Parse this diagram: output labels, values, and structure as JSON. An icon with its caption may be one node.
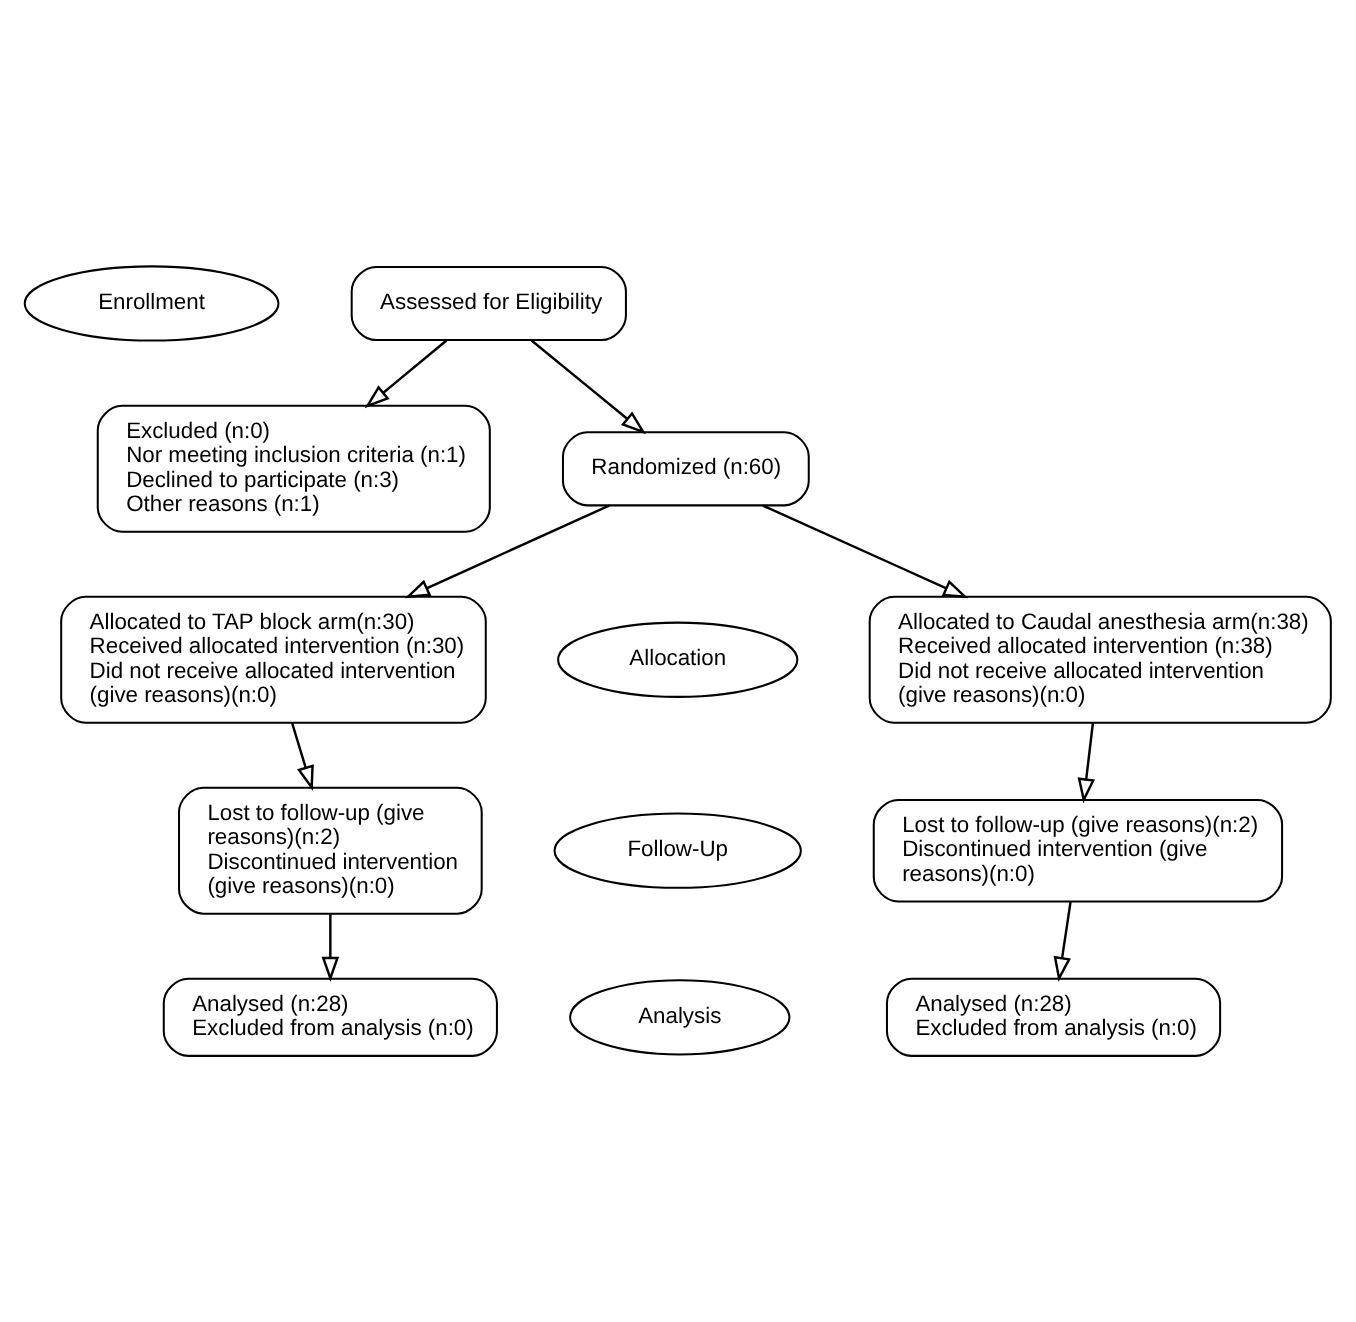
{
  "diagram": {
    "nodes": [
      {
        "text": [
          "Enrollment"
        ]
      },
      {
        "text": [
          "Assessed for Eligibility"
        ]
      },
      {
        "text": [
          "Excluded (n:0)",
          "Nor meeting inclusion criteria (n:1)",
          "Declined to participate (n:3)",
          "Other reasons (n:1)"
        ]
      },
      {
        "text": [
          "Randomized (n:60)"
        ]
      },
      {
        "text": [
          "Allocated to TAP block arm(n:30)",
          "Received allocated intervention (n:30)",
          "Did not receive allocated intervention (give reasons)(n:0)"
        ]
      },
      {
        "text": [
          "Allocation"
        ]
      },
      {
        "text": [
          "Allocated to Caudal anesthesia arm(n:38)",
          "Received allocated intervention (n:38)",
          "Did not receive allocated intervention (give reasons)(n:0)"
        ]
      },
      {
        "text": [
          "Lost to follow-up (give reasons)(n:2)",
          "Discontinued intervention (give reasons)(n:0)"
        ]
      },
      {
        "text": [
          "Follow-Up"
        ]
      },
      {
        "text": [
          "Lost to follow-up (give reasons)(n:2)",
          "Discontinued intervention (give reasons)(n:0)"
        ]
      },
      {
        "text": [
          "Analysed (n:28)",
          "Excluded from analysis (n:0)"
        ]
      },
      {
        "text": [
          "Analysis"
        ]
      },
      {
        "text": [
          "Analysed (n:28)",
          "Excluded from analysis (n:0)"
        ]
      }
    ],
    "edges": [
      {
        "from": 1,
        "to": 3,
        "arrow": "to"
      },
      {
        "from": 1,
        "to": 2,
        "arrow": "to"
      },
      {
        "from": 3,
        "to": 4,
        "arrow": "to"
      },
      {
        "from": 3,
        "to": 6,
        "arrow": "to"
      },
      {
        "from": 4,
        "to": 7,
        "arrow": "to"
      },
      {
        "from": 6,
        "to": 9,
        "arrow": "to"
      },
      {
        "from": 7,
        "to": 10,
        "arrow": "to"
      },
      {
        "from": 9,
        "to": 12,
        "arrow": "to"
      }
    ]
  }
}
